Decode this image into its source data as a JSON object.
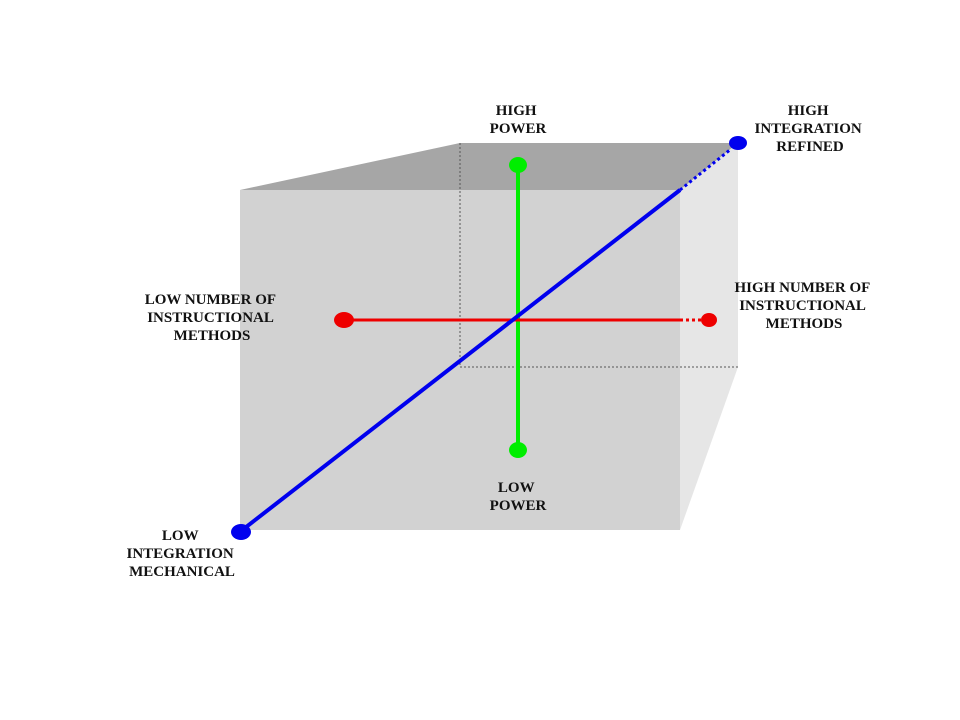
{
  "colors": {
    "cube_front": "#d2d2d2",
    "cube_top": "#a6a6a6",
    "cube_side": "#e6e6e6",
    "hidden_edge": "#555555",
    "power_axis": "#00ee00",
    "methods_axis": "#ee0000",
    "integration_axis": "#0000ee",
    "text": "#111111"
  },
  "labels": {
    "high_power": [
      "HIGH",
      "POWER"
    ],
    "low_power": [
      "LOW",
      "POWER"
    ],
    "high_integration": [
      "HIGH",
      "INTEGRATION",
      "REFINED"
    ],
    "low_integration": [
      "LOW",
      "INTEGRATION",
      "MECHANICAL"
    ],
    "low_methods": [
      "LOW  NUMBER OF",
      "INSTRUCTIONAL",
      "METHODS"
    ],
    "high_methods": [
      "HIGH  NUMBER OF",
      "INSTRUCTIONAL",
      "METHODS"
    ]
  }
}
